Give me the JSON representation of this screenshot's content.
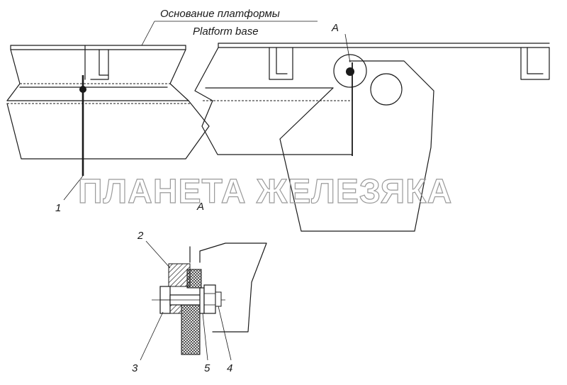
{
  "caption": {
    "ru": "Основание платформы",
    "en": "Platform base"
  },
  "view_letter_top": "A",
  "view_letter_bottom": "A",
  "callouts": {
    "c1": "1",
    "c2": "2",
    "c3": "3",
    "c4": "4",
    "c5": "5"
  },
  "watermark": "ПЛАНЕТА ЖЕЛЕЗЯКА"
}
